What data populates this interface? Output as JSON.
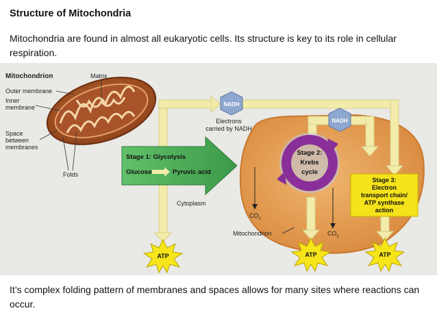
{
  "slide": {
    "title": "Structure of Mitochondria",
    "intro": "Mitochondria are found in almost all eukaryotic cells.  Its structure is key to its role in cellular respiration.",
    "outro": "It’s complex folding pattern of membranes and spaces allows for many sites where reactions can occur."
  },
  "diagram": {
    "mito_label": "Mitochondrion",
    "matrix": "Matrix",
    "outer_membrane": "Outer membrane",
    "inner_membrane_1": "Inner",
    "inner_membrane_2": "membrane",
    "space_1": "Space",
    "space_2": "between",
    "space_3": "membranes",
    "folds": "Folds",
    "nadh_1": "NADH",
    "nadh_2": "NADH",
    "electrons_1": "Electrons",
    "electrons_2": "carried by NADH",
    "stage1": "Stage 1: Glycolysis",
    "glucose": "Glucose",
    "pyruvic": "Pyruvic acid",
    "cytoplasm": "Cytoplasm",
    "co2_1": "CO",
    "co2_2": "CO",
    "co2_sub": "2",
    "mitochondrion_label": "Mitochondrion",
    "stage2_1": "Stage 2:",
    "stage2_2": "Krebs",
    "stage2_3": "cycle",
    "stage3_1": "Stage 3:",
    "stage3_2": "Electron",
    "stage3_3": "transport chain/",
    "stage3_4": "ATP synthase",
    "stage3_5": "action",
    "atp_1": "ATP",
    "atp_2": "ATP",
    "atp_3": "ATP"
  },
  "colors": {
    "arrow": "#f2ebaa",
    "glycolysis_green": "#4fb05b",
    "mito_orange": "#e6a055",
    "krebs_purple": "#8a2f99",
    "stage3_yellow": "#f4e21b",
    "atp_yellow": "#f6e51a",
    "nadh_blue": "#8ea7cf"
  }
}
